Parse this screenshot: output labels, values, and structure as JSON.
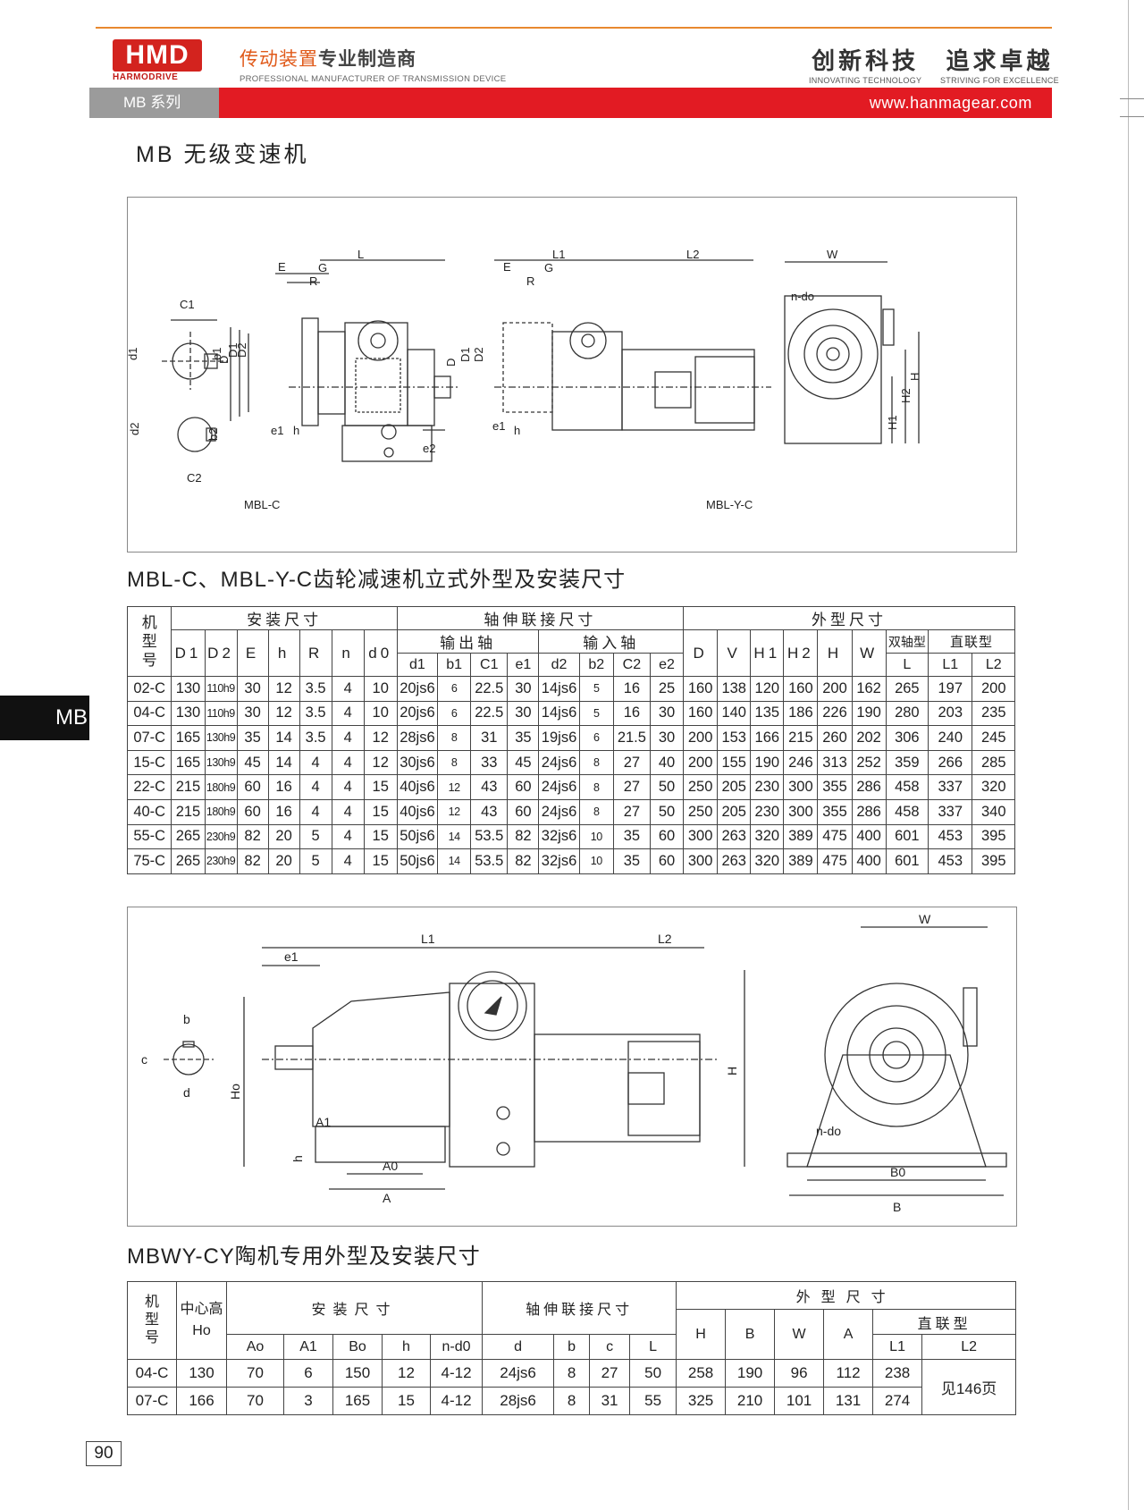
{
  "header": {
    "logo_text": "HMD",
    "logo_sub": "HARMODRIVE",
    "tagline_cn_a": "传动装置",
    "tagline_cn_b": "专业制造商",
    "tagline_en": "PROFESSIONAL MANUFACTURER OF TRANSMISSION DEVICE",
    "motto1_cn": "创新科技",
    "motto1_en": "INNOVATING TECHNOLOGY",
    "motto2_cn": "追求卓越",
    "motto2_en": "STRIVING FOR EXCELLENCE",
    "series": "MB 系列",
    "website": "www.hanmagear.com",
    "colors": {
      "brand_red": "#e21b23",
      "accent_orange": "#e8892f",
      "grey_bar": "#9b9b9b"
    }
  },
  "page_title": "MB 无级变速机",
  "side_tab": "MB",
  "page_number": "90",
  "figure1": {
    "caption_left": "MBL-C",
    "caption_right": "MBL-Y-C",
    "labels": [
      "L",
      "E",
      "G",
      "R",
      "C1",
      "d1",
      "b1",
      "D",
      "D1",
      "D2",
      "e1",
      "h",
      "e2",
      "d2",
      "b2",
      "C2",
      "L1",
      "L2",
      "W",
      "n-do",
      "H1",
      "H2",
      "H"
    ]
  },
  "section1": {
    "title": "MBL-C、MBL-Y-C齿轮减速机立式外型及安装尺寸",
    "group_headers": {
      "model": "机型号",
      "install": "安装尺寸",
      "shaft": "轴伸联接尺寸",
      "outline": "外型尺寸"
    },
    "sub_headers": {
      "output_shaft": "输出轴",
      "input_shaft": "输入轴",
      "double_shaft": "双轴型",
      "direct": "直联型"
    },
    "columns": [
      "D1",
      "D2",
      "E",
      "h",
      "R",
      "n",
      "d0",
      "d1",
      "b1",
      "C1",
      "e1",
      "d2",
      "b2",
      "C2",
      "e2",
      "D",
      "V",
      "H1",
      "H2",
      "H",
      "W",
      "L",
      "L1",
      "L2"
    ],
    "rows": [
      [
        "02-C",
        "130",
        "110h9",
        "30",
        "12",
        "3.5",
        "4",
        "10",
        "20js6",
        "6",
        "22.5",
        "30",
        "14js6",
        "5",
        "16",
        "25",
        "160",
        "138",
        "120",
        "160",
        "200",
        "162",
        "265",
        "197",
        "200"
      ],
      [
        "04-C",
        "130",
        "110h9",
        "30",
        "12",
        "3.5",
        "4",
        "10",
        "20js6",
        "6",
        "22.5",
        "30",
        "14js6",
        "5",
        "16",
        "30",
        "160",
        "140",
        "135",
        "186",
        "226",
        "190",
        "280",
        "203",
        "235"
      ],
      [
        "07-C",
        "165",
        "130h9",
        "35",
        "14",
        "3.5",
        "4",
        "12",
        "28js6",
        "8",
        "31",
        "35",
        "19js6",
        "6",
        "21.5",
        "30",
        "200",
        "153",
        "166",
        "215",
        "260",
        "202",
        "306",
        "240",
        "245"
      ],
      [
        "15-C",
        "165",
        "130h9",
        "45",
        "14",
        "4",
        "4",
        "12",
        "30js6",
        "8",
        "33",
        "45",
        "24js6",
        "8",
        "27",
        "40",
        "200",
        "155",
        "190",
        "246",
        "313",
        "252",
        "359",
        "266",
        "285"
      ],
      [
        "22-C",
        "215",
        "180h9",
        "60",
        "16",
        "4",
        "4",
        "15",
        "40js6",
        "12",
        "43",
        "60",
        "24js6",
        "8",
        "27",
        "50",
        "250",
        "205",
        "230",
        "300",
        "355",
        "286",
        "458",
        "337",
        "320"
      ],
      [
        "40-C",
        "215",
        "180h9",
        "60",
        "16",
        "4",
        "4",
        "15",
        "40js6",
        "12",
        "43",
        "60",
        "24js6",
        "8",
        "27",
        "50",
        "250",
        "205",
        "230",
        "300",
        "355",
        "286",
        "458",
        "337",
        "340"
      ],
      [
        "55-C",
        "265",
        "230h9",
        "82",
        "20",
        "5",
        "4",
        "15",
        "50js6",
        "14",
        "53.5",
        "82",
        "32js6",
        "10",
        "35",
        "60",
        "300",
        "263",
        "320",
        "389",
        "475",
        "400",
        "601",
        "453",
        "395"
      ],
      [
        "75-C",
        "265",
        "230h9",
        "82",
        "20",
        "5",
        "4",
        "15",
        "50js6",
        "14",
        "53.5",
        "82",
        "32js6",
        "10",
        "35",
        "60",
        "300",
        "263",
        "320",
        "389",
        "475",
        "400",
        "601",
        "453",
        "395"
      ]
    ]
  },
  "figure2": {
    "labels": [
      "L1",
      "L2",
      "W",
      "e1",
      "b",
      "c",
      "d",
      "H",
      "Ho",
      "A1",
      "h",
      "A0",
      "A",
      "n-do",
      "B0",
      "B"
    ]
  },
  "section2": {
    "title": "MBWY-CY陶机专用外型及安装尺寸",
    "group_headers": {
      "model": "机型号",
      "center_height": "中心高",
      "center_height_sym": "Ho",
      "install": "安装尺寸",
      "shaft": "轴伸联接尺寸",
      "outline": "外型尺寸",
      "direct": "直联型"
    },
    "columns": [
      "Ao",
      "A1",
      "Bo",
      "h",
      "n-d0",
      "d",
      "b",
      "c",
      "L",
      "H",
      "B",
      "W",
      "A",
      "L1",
      "L2"
    ],
    "note_l2": "见146页",
    "rows": [
      [
        "04-C",
        "130",
        "70",
        "6",
        "150",
        "12",
        "4-12",
        "24js6",
        "8",
        "27",
        "50",
        "258",
        "190",
        "96",
        "112",
        "238"
      ],
      [
        "07-C",
        "166",
        "70",
        "3",
        "165",
        "15",
        "4-12",
        "28js6",
        "8",
        "31",
        "55",
        "325",
        "210",
        "101",
        "131",
        "274"
      ]
    ]
  }
}
